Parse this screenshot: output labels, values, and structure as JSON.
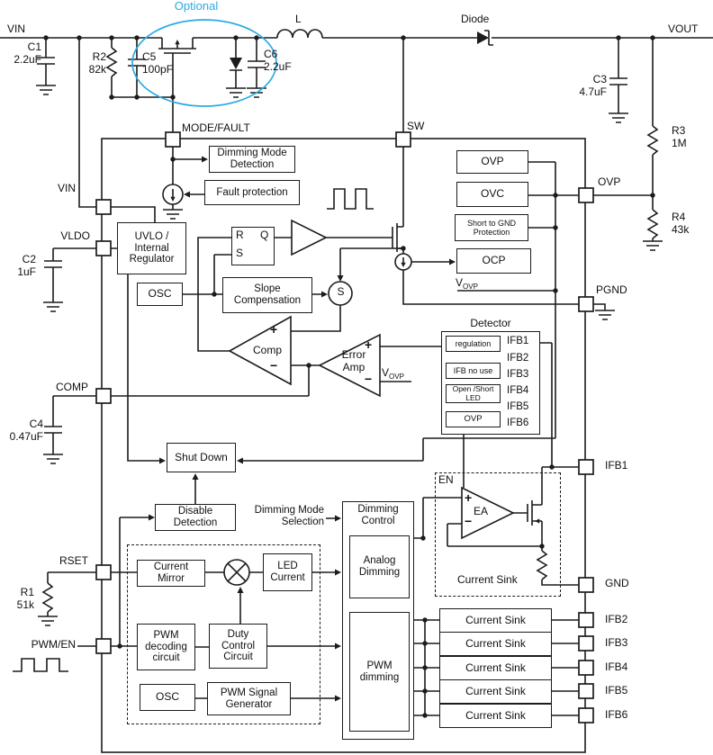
{
  "colors": {
    "accent_blue": "#29ABE2",
    "line": "#1c1c1c"
  },
  "external": {
    "vin_label": "VIN",
    "vout_label": "VOUT",
    "optional_label": "Optional",
    "inductor_label": "L",
    "diode_label": "Diode",
    "c1": "C1\n2.2uF",
    "r2": "R2\n82k",
    "c5": "C5\n100pF",
    "c6": "C6\n2.2uF",
    "c3": "C3\n4.7uF",
    "r3": "R3\n1M",
    "r4": "R4\n43k",
    "c2": "C2\n1uF",
    "c4": "C4\n0.47uF",
    "r1": "R1\n51k"
  },
  "pins": {
    "mode_fault": "MODE/FAULT",
    "sw": "SW",
    "vin": "VIN",
    "vldo": "VLDO",
    "comp": "COMP",
    "rset": "RSET",
    "pwm_en": "PWM/EN",
    "ovp": "OVP",
    "pgnd": "PGND",
    "ifb1": "IFB1",
    "gnd": "GND",
    "ifb2": "IFB2",
    "ifb3": "IFB3",
    "ifb4": "IFB4",
    "ifb5": "IFB5",
    "ifb6": "IFB6"
  },
  "blocks": {
    "dimming_mode_detection": "Dimming Mode\nDetection",
    "fault_protection": "Fault protection",
    "uvlo": "UVLO /\nInternal\nRegulator",
    "osc1": "OSC",
    "latch": {
      "r": "R",
      "s": "S",
      "q": "Q"
    },
    "slope_compensation": "Slope\nCompensation",
    "comp": "Comp",
    "error_amp": "Error\nAmp",
    "sum": "S",
    "ovp": "OVP",
    "ovc": "OVC",
    "short_to_gnd": "Short to GND\nProtection",
    "ocp": "OCP",
    "vovp_base": "V",
    "vovp_sub": "OVP",
    "detector_title": "Detector",
    "detector_rows": [
      "regulation",
      "IFB no use",
      "Open /Short\nLED",
      "OVP"
    ],
    "detector_ifb": [
      "IFB1",
      "IFB2",
      "IFB3",
      "IFB4",
      "IFB5",
      "IFB6"
    ],
    "shut_down": "Shut Down",
    "disable_detection": "Disable\nDetection",
    "dimming_mode_selection": "Dimming Mode\nSelection",
    "dimming_control": "Dimming\nControl",
    "analog_dimming": "Analog\nDimming",
    "pwm_dimming": "PWM\ndimming",
    "current_mirror": "Current\nMirror",
    "led_current": "LED\nCurrent",
    "pwm_decoding": "PWM\ndecoding\ncircuit",
    "duty_control": "Duty\nControl\nCircuit",
    "osc2": "OSC",
    "pwm_signal_generator": "PWM Signal\nGenerator",
    "ea": "EA",
    "en": "EN",
    "current_sink_label": "Current Sink",
    "current_sinks": [
      "Current Sink",
      "Current Sink",
      "Current Sink",
      "Current Sink",
      "Current Sink"
    ],
    "plus": "+",
    "minus": "−"
  }
}
